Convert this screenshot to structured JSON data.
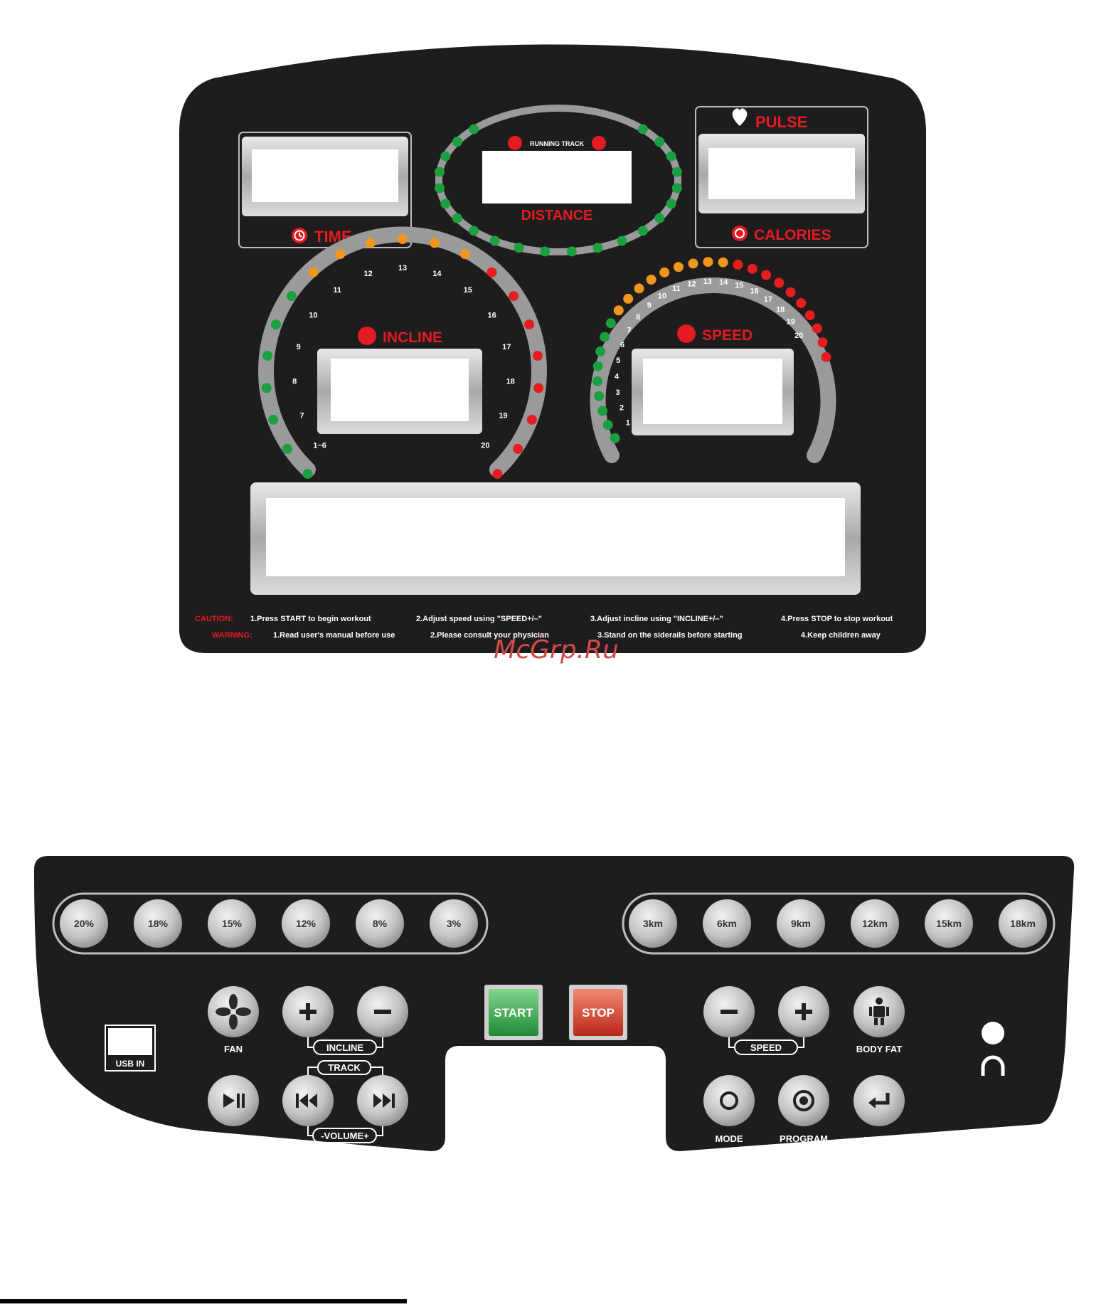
{
  "watermark": "McGrp.Ru",
  "display": {
    "time_label": "TIME",
    "distance_label": "DISTANCE",
    "running_track_label": "RUNNING TRACK",
    "pulse_label": "PULSE",
    "calories_label": "CALORIES",
    "incline_label": "INCLINE",
    "speed_label": "SPEED",
    "incline_scale": [
      "1~6",
      "7",
      "8",
      "9",
      "10",
      "11",
      "12",
      "13",
      "14",
      "15",
      "16",
      "17",
      "18",
      "19",
      "20"
    ],
    "speed_scale": [
      "1",
      "2",
      "3",
      "4",
      "5",
      "6",
      "7",
      "8",
      "9",
      "10",
      "11",
      "12",
      "13",
      "14",
      "15",
      "16",
      "17",
      "18",
      "19",
      "20"
    ],
    "caution_title": "CAUTION:",
    "caution": [
      "1.Press START to begin workout",
      "2.Adjust speed using \"SPEED+/–\"",
      "3.Adjust incline using \"INCLINE+/–\"",
      "4.Press STOP to stop workout"
    ],
    "warning_title": "WARNING:",
    "warning": [
      "1.Read user's manual before use",
      "2.Please consult your physician",
      "3.Stand on the siderails before starting",
      "4.Keep children away"
    ]
  },
  "keypad": {
    "incline_presets": [
      "20%",
      "18%",
      "15%",
      "12%",
      "8%",
      "3%"
    ],
    "speed_presets": [
      "3km",
      "6km",
      "9km",
      "12km",
      "15km",
      "18km"
    ],
    "usb_label": "USB IN",
    "fan_label": "FAN",
    "play_label": "PLAY",
    "incline_group": "INCLINE",
    "track_group": "TRACK",
    "volume_group": "-VOLUME+",
    "start_label": "START",
    "stop_label": "STOP",
    "speed_group": "SPEED",
    "body_fat_label": "BODY FAT",
    "mode_label": "MODE",
    "program_label": "PROGRAM",
    "enter_label": "ENTER"
  },
  "colors": {
    "panel": "#1f1c1e",
    "led_green": "#1aa040",
    "led_orange": "#f0961e",
    "led_red": "#e41e1e",
    "label_red": "#e31b23",
    "start_green": "#2fa84a",
    "stop_red": "#d9321f"
  }
}
